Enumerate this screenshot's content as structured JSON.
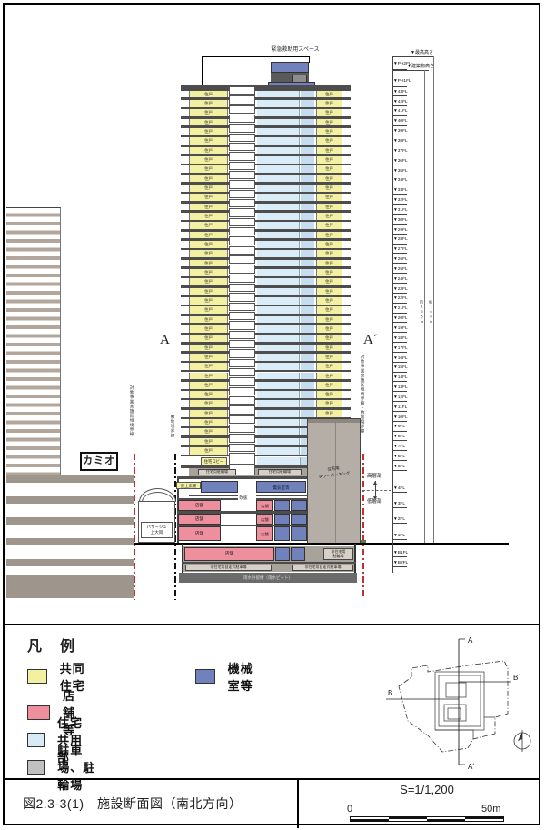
{
  "drawing": {
    "rescue_space_label": "緊急救助用スペース",
    "unit_label": "住戸",
    "unit_floor_count": 39,
    "level_prefix": "▼",
    "level_suffix": "FL",
    "level_top_label": "▼最高高さ",
    "level_building_height_label": "▼建築物高さ",
    "level_ph2_label": "▼PH2FL",
    "level_ph1_label": "▼PH1FL",
    "floor_number_top": 43,
    "floor_number_bottom": 5,
    "lower_level_labels": [
      "▼4FL",
      "▼3FL",
      "▼2FL",
      "▼1FL",
      "▼B1FL",
      "▼B2FL"
    ],
    "dim_building_height": "約156m",
    "dim_max_height": "約160m",
    "highrise_label": "高層部",
    "lowrise_label": "低層部",
    "lobby_label": "住宅ロビー",
    "residential_bicycle_label": "住宅用駐輪場",
    "roof_plaza_label": "屋上広場",
    "electric_room_label": "電気室等",
    "void_label": "吹抜",
    "shop_label": "店舗",
    "tower_parking_line1": "住宅用",
    "tower_parking_line2": "タワーパーキング",
    "nonres_bicycle_line1": "非住宅用",
    "nonres_bicycle_line2": "駐輪場",
    "nonres_parking_label": "非住宅用自走式駐車場",
    "pit_label": "雨水貯留槽（雨水ピット）",
    "kamio_label": "カミオ",
    "passage_line1": "パサージュ",
    "passage_line2": "上大岡",
    "boundary_project_label": "対象事業実施区域境界線",
    "boundary_site_label": "敷地境界線",
    "boundary_combined_label": "対象事業実施区域境界線・敷地境界線",
    "section_a": "A",
    "section_a_prime": "A´"
  },
  "legend": {
    "heading": "凡　例",
    "items": [
      {
        "label": "共同住宅",
        "color": "#f3f0a2"
      },
      {
        "label": "店舗等",
        "color": "#ee8f9d"
      },
      {
        "label": "住宅共用部",
        "color": "#d6eaf8"
      },
      {
        "label": "駐車場、駐輪場",
        "color": "#c0c0c0"
      },
      {
        "label": "機械室等",
        "color": "#7181bb"
      }
    ]
  },
  "keymap": {
    "a": "A",
    "a_prime": "A´",
    "b": "B",
    "b_prime": "B´"
  },
  "title_block": {
    "figure_label": "図2.3-3(1)　施設断面図（南北方向）",
    "scale_text": "S=1/1,200",
    "scale_zero": "0",
    "scale_max": "50m"
  },
  "colors": {
    "apartment": "#f3f0a2",
    "shop": "#ee8f9d",
    "common": "#d9ecf7",
    "common2": "#c6ddef",
    "machine": "#7181bb",
    "parking_band": "#a8a29b",
    "tower_parking": "#b5aea7",
    "slab": "#4d4d4d",
    "boundary_red": "#c03030"
  }
}
